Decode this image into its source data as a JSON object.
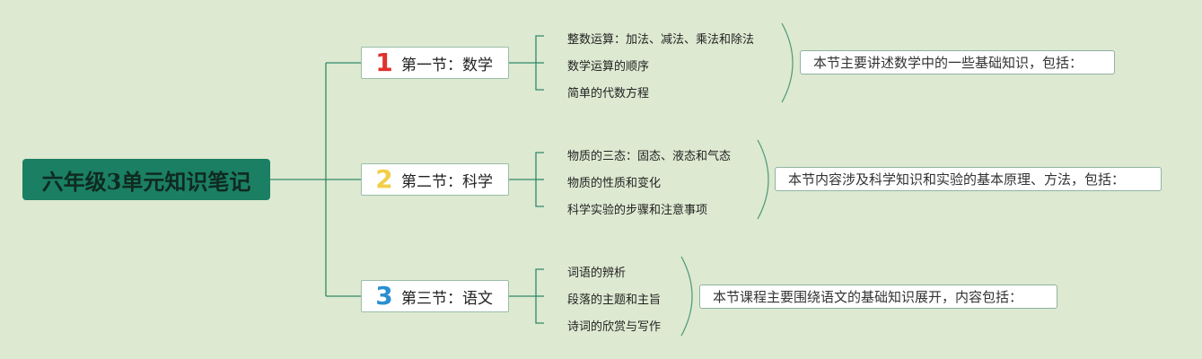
{
  "root": {
    "title": "六年级3单元知识笔记"
  },
  "colors": {
    "line": "#2f8a68",
    "bracket": "#4a9a78",
    "background": "#dde9d1",
    "root_fill": "#1b7f63"
  },
  "sections": [
    {
      "number": "1",
      "number_color": "#e0312f",
      "label": "第一节：数学",
      "items": [
        "整数运算：加法、减法、乘法和除法",
        "数学运算的顺序",
        "简单的代数方程"
      ],
      "summary": "本节主要讲述数学中的一些基础知识，包括："
    },
    {
      "number": "2",
      "number_color": "#f2cf4a",
      "label": "第二节：科学",
      "items": [
        "物质的三态：固态、液态和气态",
        "物质的性质和变化",
        "科学实验的步骤和注意事项"
      ],
      "summary": "本节内容涉及科学知识和实验的基本原理、方法，包括："
    },
    {
      "number": "3",
      "number_color": "#2a8fd0",
      "label": "第三节：语文",
      "items": [
        "词语的辨析",
        "段落的主题和主旨",
        "诗词的欣赏与写作"
      ],
      "summary": "本节课程主要围绕语文的基础知识展开，内容包括："
    }
  ]
}
